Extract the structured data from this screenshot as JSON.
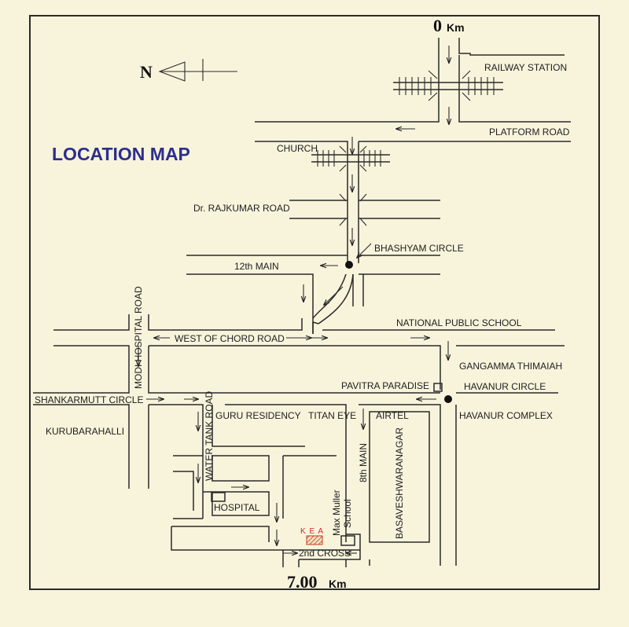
{
  "map": {
    "title": "LOCATION MAP",
    "north_label": "N",
    "km_start_value": "0",
    "km_start_unit": "Km",
    "km_end_value": "7.00",
    "km_end_unit": "Km",
    "labels": {
      "railway_station": "RAILWAY STATION",
      "platform_road": "PLATFORM ROAD",
      "church": "CHURCH",
      "rajkumar_road": "Dr. RAJKUMAR ROAD",
      "bhashyam_circle": "BHASHYAM CIRCLE",
      "twelfth_main": "12th MAIN",
      "national_public_school": "NATIONAL PUBLIC SCHOOL",
      "west_of_chord_road": "WEST OF CHORD ROAD",
      "modi_hospital_road": "MODI HOSPITAL ROAD",
      "gangamma_thimaiah": "GANGAMMA THIMAIAH",
      "pavitra_paradise": "PAVITRA PARADISE",
      "havanur_circle": "HAVANUR CIRCLE",
      "shankarmutt_circle": "SHANKARMUTT CIRCLE",
      "havanur_complex": "HAVANUR COMPLEX",
      "guru_residency": "GURU RESIDENCY",
      "titan_eye": "TITAN EYE",
      "airtel": "AIRTEL",
      "kurubarahalli": "KURUBARAHALLI",
      "water_tank_road": "WATER TANK ROAD",
      "eighth_main": "8th MAIN",
      "basaveshwaranagar": "BASAVESHWARANAGAR",
      "hospital": "HOSPITAL",
      "max_muller_school_1": "Max Muller",
      "max_muller_school_2": "School",
      "kea": "K E A",
      "second_cross": "2nd CROSS"
    }
  }
}
